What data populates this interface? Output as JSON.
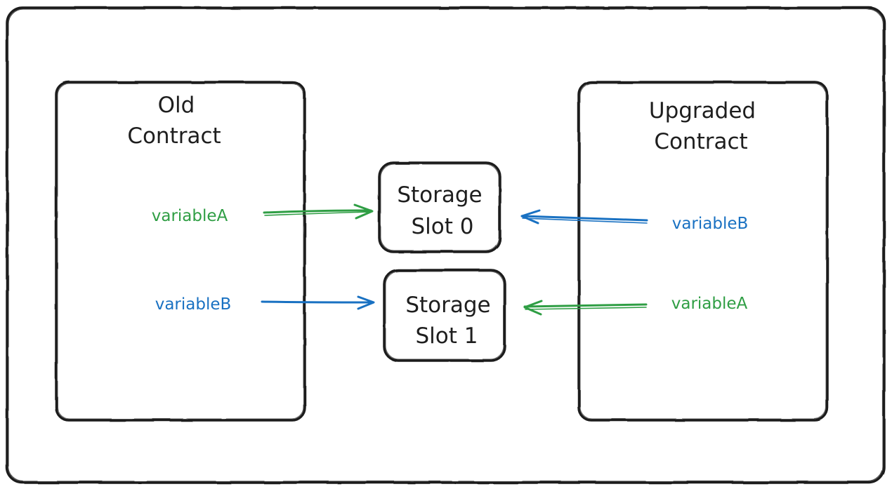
{
  "old_contract": {
    "title_line1": "Old",
    "title_line2": "Contract",
    "var_first": "variableA",
    "var_second": "variableB"
  },
  "upgraded_contract": {
    "title_line1": "Upgraded",
    "title_line2": "Contract",
    "var_first": "variableB",
    "var_second": "variableA"
  },
  "storage_slots": [
    {
      "line1": "Storage",
      "line2": "Slot 0"
    },
    {
      "line1": "Storage",
      "line2": "Slot 1"
    }
  ],
  "colors": {
    "variableA": "#2f9e44",
    "variableB": "#1971c2",
    "stroke": "#1e1e1e",
    "background": "#ffffff"
  }
}
